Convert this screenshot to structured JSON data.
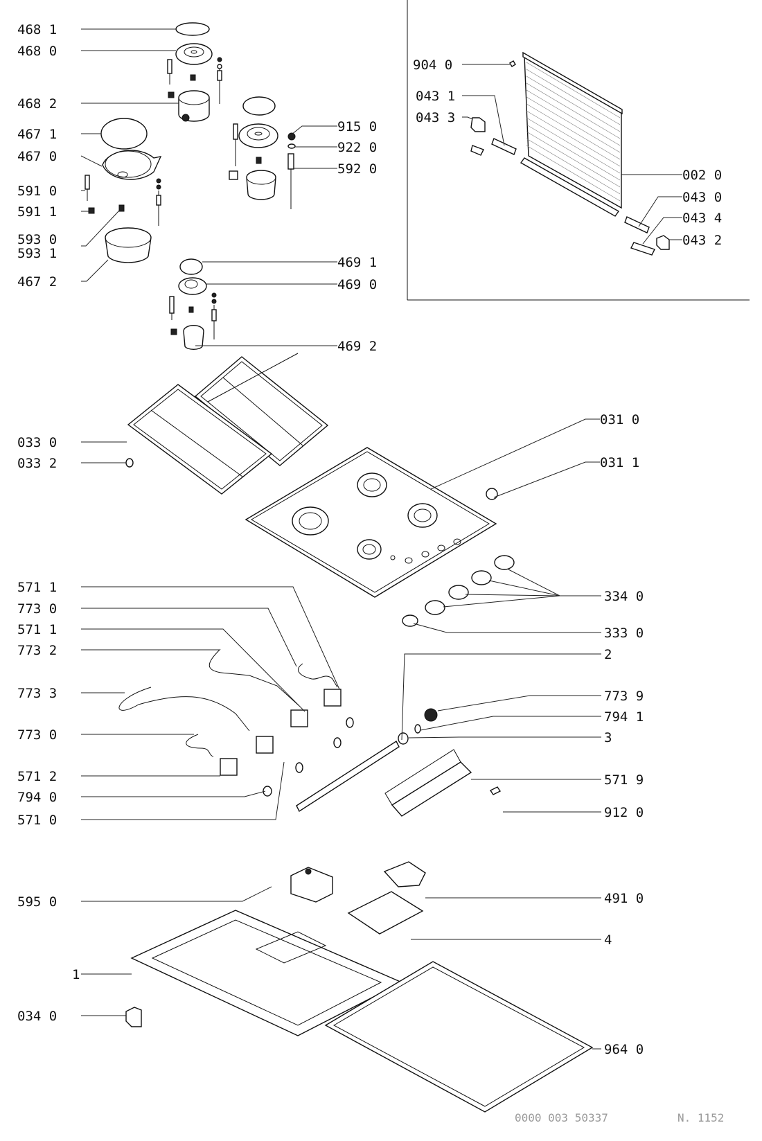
{
  "document": {
    "type": "exploded parts diagram",
    "subject": "gas hob",
    "footer": {
      "code": "0000 003 50337",
      "note": "N. 1152"
    }
  },
  "labels": {
    "l4681": "468 1",
    "l4680": "468 0",
    "l4682": "468 2",
    "l4671": "467 1",
    "l4670": "467 0",
    "l5910": "591 0",
    "l5911": "591 1",
    "l5930": "593 0",
    "l5931": "593 1",
    "l4672": "467 2",
    "l9150": "915 0",
    "l9220": "922 0",
    "l5920": "592 0",
    "l4691": "469 1",
    "l4690": "469 0",
    "l4692": "469 2",
    "l9040": "904 0",
    "l0431": "043 1",
    "l0433": "043 3",
    "l0020": "002 0",
    "l0430": "043 0",
    "l0434": "043 4",
    "l0432": "043 2",
    "l0330": "033 0",
    "l0332": "033 2",
    "l0310": "031 0",
    "l0311": "031 1",
    "l5711a": "571 1",
    "l7730a": "773 0",
    "l5711b": "571 1",
    "l7732": "773 2",
    "l7733": "773 3",
    "l7730b": "773 0",
    "l5712": "571 2",
    "l7940": "794 0",
    "l5710": "571 0",
    "l3340": "334 0",
    "l3330": "333 0",
    "l2": "2",
    "l7739": "773 9",
    "l7941": "794 1",
    "l3": "3",
    "l5719": "571 9",
    "l9120": "912 0",
    "l5950": "595 0",
    "l4910": "491 0",
    "l4": "4",
    "l1": "1",
    "l0340": "034 0",
    "l9640": "964 0"
  }
}
